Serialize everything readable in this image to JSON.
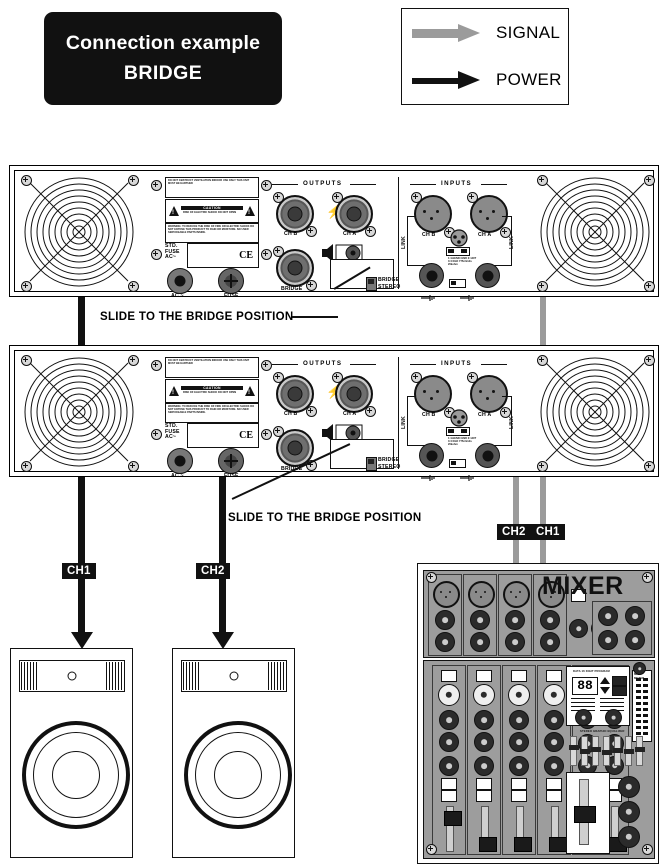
{
  "title_plate": {
    "line1": "Connection example",
    "line2": "BRIDGE"
  },
  "legend": {
    "rows": [
      {
        "label": "SIGNAL",
        "color": "#9b9b9b",
        "icon": "arrow-right-icon"
      },
      {
        "label": "POWER",
        "color": "#111111",
        "icon": "arrow-right-icon"
      }
    ]
  },
  "amplifiers": [
    {
      "name": "amplifier-top",
      "outputs": {
        "section_label": "OUTPUTS",
        "ch_b": "CH B",
        "ch_a": "CH A",
        "bridge": "BRIDGE",
        "hazard_icon": "lightning-bolt-icon",
        "speaker_icon": "speaker-icon"
      },
      "inputs": {
        "section_label": "INPUTS",
        "ch_b": "CH B",
        "ch_a": "CH A",
        "link_left": "LINK",
        "link_right": "LINK",
        "ground_icon": "ground-icon"
      },
      "power": {
        "ac": "AC ~",
        "fuse": "FUSE",
        "fuse_block": "STD.\nFUSE\nAC~",
        "ce_mark": "CE"
      },
      "mode_switch": {
        "position_top": "BRIDGE",
        "position_bottom": "STEREO",
        "selected": "BRIDGE"
      },
      "warnings": {
        "ventilation": "DO NOT OBSTRUCT VENTILATION INDOOR USE ONLY THIS UNIT MUST BE EARTHED",
        "caution_header": "CAUTION",
        "caution_body": "RISK OF ELECTRIC SHOCK DO NOT OPEN",
        "caution_fr": "AVIS: RISQUE DE CHOC ELECTRIQUE NE PAS OUVRIR",
        "warning_body": "WARNING: TO REDUCE THE RISK OF FIRE OR ELECTRIC SHOCK DO NOT EXPOSE THIS PRODUCT TO RAIN OR MOISTURE. NO USER SERVICEABLE PARTS INSIDE."
      }
    },
    {
      "name": "amplifier-bottom",
      "outputs": {
        "section_label": "OUTPUTS",
        "ch_b": "CH B",
        "ch_a": "CH A",
        "bridge": "BRIDGE",
        "hazard_icon": "lightning-bolt-icon",
        "speaker_icon": "speaker-icon"
      },
      "inputs": {
        "section_label": "INPUTS",
        "ch_b": "CH B",
        "ch_a": "CH A",
        "link_left": "LINK",
        "link_right": "LINK",
        "ground_icon": "ground-icon"
      },
      "power": {
        "ac": "AC ~",
        "fuse": "FUSE",
        "fuse_block": "STD.\nFUSE\nAC~",
        "ce_mark": "CE"
      },
      "mode_switch": {
        "position_top": "BRIDGE",
        "position_bottom": "STEREO",
        "selected": "BRIDGE"
      },
      "warnings": {
        "ventilation": "DO NOT OBSTRUCT VENTILATION INDOOR USE ONLY THIS UNIT MUST BE EARTHED",
        "caution_header": "CAUTION",
        "caution_body": "RISK OF ELECTRIC SHOCK DO NOT OPEN",
        "caution_fr": "AVIS: RISQUE DE CHOC ELECTRIQUE NE PAS OUVRIR",
        "warning_body": "WARNING: TO REDUCE THE RISK OF FIRE OR ELECTRIC SHOCK DO NOT EXPOSE THIS PRODUCT TO RAIN OR MOISTURE. NO USER SERVICEABLE PARTS INSIDE."
      }
    }
  ],
  "callouts": [
    {
      "name": "callout-top",
      "text": "SLIDE TO THE BRIDGE POSITION"
    },
    {
      "name": "callout-bottom",
      "text": "SLIDE TO THE BRIDGE POSITION"
    }
  ],
  "channel_labels": {
    "speaker_left": "CH1",
    "speaker_right": "CH2",
    "mixer_left": "CH2",
    "mixer_right": "CH1"
  },
  "mixer": {
    "title": "MIXER",
    "effects_display": "88",
    "sections": {
      "eq": "STEREO GRAPHIC EQUALIZER",
      "effects": "DATA 16 DIGIT PROGRAM",
      "meter": "MAIN METER"
    }
  },
  "speakers": [
    {
      "name": "speaker-left",
      "fed_by": "CH1"
    },
    {
      "name": "speaker-right",
      "fed_by": "CH2"
    }
  ],
  "colors": {
    "signal": "#9b9b9b",
    "power": "#111111",
    "panel": "#9d9d9d",
    "plate_bg": "#111111"
  }
}
